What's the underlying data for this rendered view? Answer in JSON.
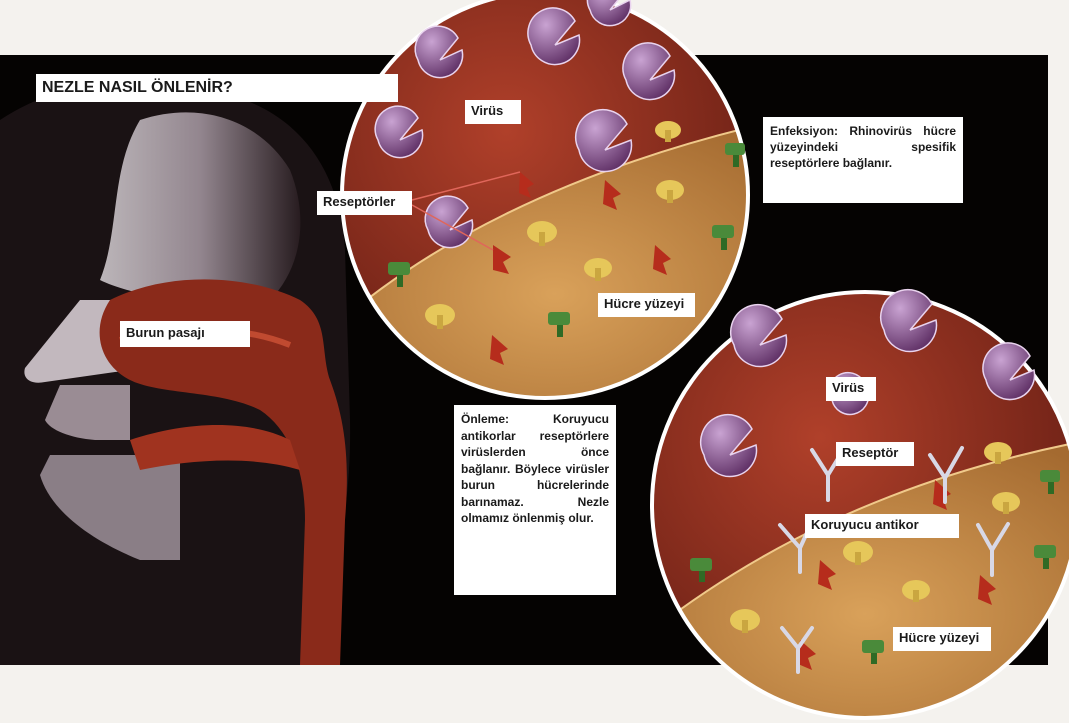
{
  "title": "NEZLE NASIL ÖNLENİR?",
  "labels": {
    "burun_pasaji": "Burun pasajı",
    "virus_top": "Virüs",
    "reseptorler": "Reseptörler",
    "hucre_yuzeyi_top": "Hücre yüzeyi",
    "virus_bottom": "Virüs",
    "reseptor": "Reseptör",
    "koruyucu_antikor": "Koruyucu antikor",
    "hucre_yuzeyi_bottom": "Hücre yüzeyi"
  },
  "notes": {
    "enfeksiyon": "Enfeksiyon: Rhinovirüs hücre yüzeyindeki spesifik reseptörlere bağlanır.",
    "onleme": "Önleme: Koruyucu antikorlar reseptörlere virüslerden önce bağlanır. Böylece virüsler burun hücrelerinde barınamaz. Nezle olmamız önlenmiş olur."
  },
  "colors": {
    "background_panel": "#050302",
    "virus": "#8a4d8c",
    "cell_surface": "#c58a45",
    "tissue": "#8a2a1a"
  }
}
